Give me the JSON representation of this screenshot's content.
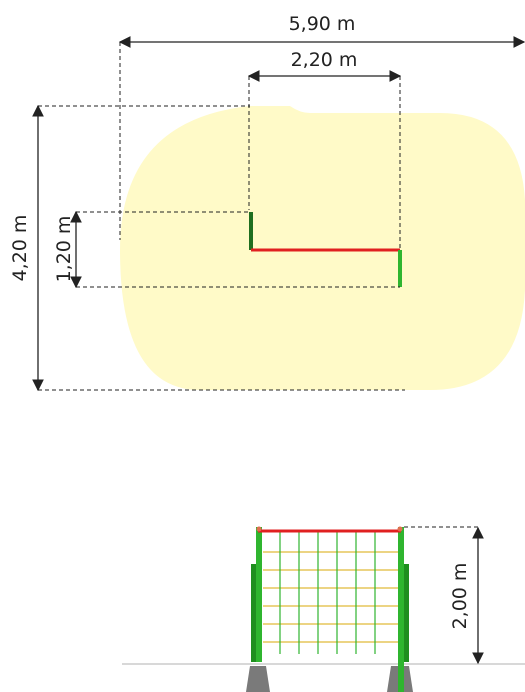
{
  "plan_view": {
    "width_label": "5,90 m",
    "inner_width_label": "2,20 m",
    "depth_label": "4,20 m",
    "inner_depth_label": "1,20 m"
  },
  "elevation_view": {
    "height_label": "2,00 m"
  },
  "colors": {
    "safety_zone": "#fffac8",
    "frame_post": "#2fb52f",
    "top_bar": "#e02020",
    "net_rope": "#e6c65a",
    "foundation": "#7a7a7a",
    "dimension_lines": "#222222"
  }
}
